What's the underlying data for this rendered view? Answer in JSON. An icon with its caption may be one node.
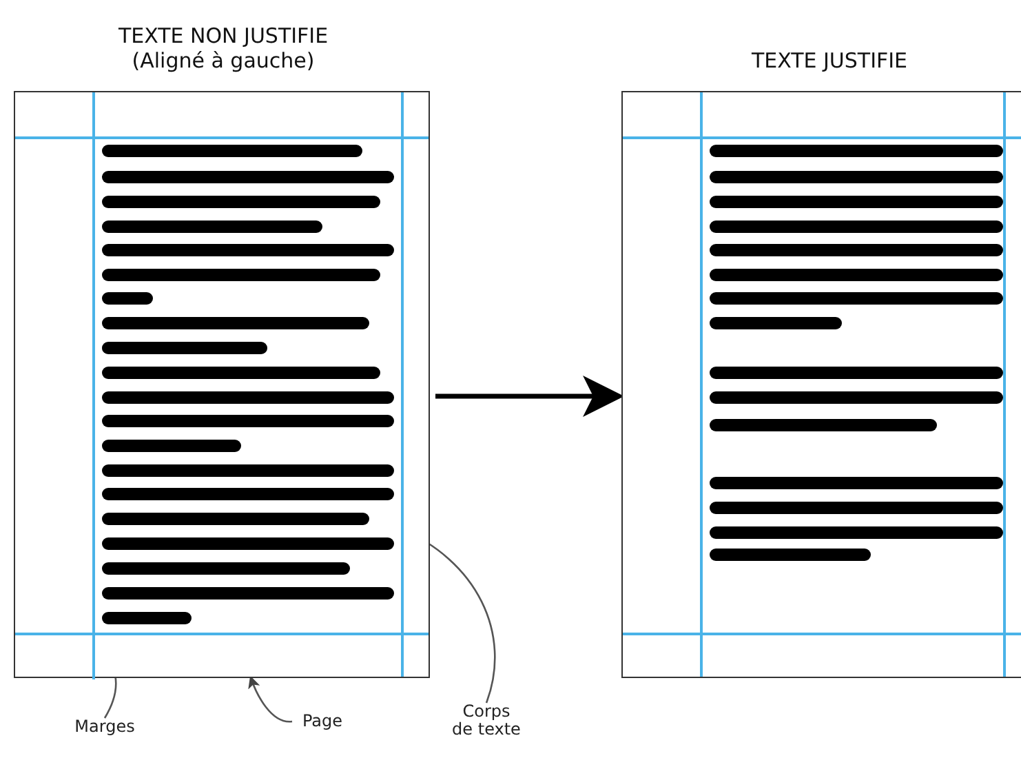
{
  "diagram": {
    "nodes": [
      {
        "text": [
          "TEXTE NON JUSTIFIE (Aligné à gauche)"
        ]
      },
      {
        "text": [
          "TEXTE JUSTIFIE"
        ]
      },
      {
        "text": [
          "Marges"
        ]
      },
      {
        "text": [
          "Page"
        ]
      },
      {
        "text": [
          "Corps de texte"
        ]
      },
      {
        "text": [],
        "shape": "box",
        "in": 0
      },
      {
        "text": [],
        "shape": "line",
        "in": 0
      }
    ],
    "edges": [
      {
        "from": 0,
        "to": 1,
        "arrow": "to",
        "style": "thick"
      },
      {
        "from": 2,
        "to": 6,
        "arrow": "to"
      },
      {
        "from": 3,
        "to": 0,
        "arrow": "to"
      },
      {
        "from": 4,
        "to": 5,
        "arrow": "to"
      }
    ]
  }
}
